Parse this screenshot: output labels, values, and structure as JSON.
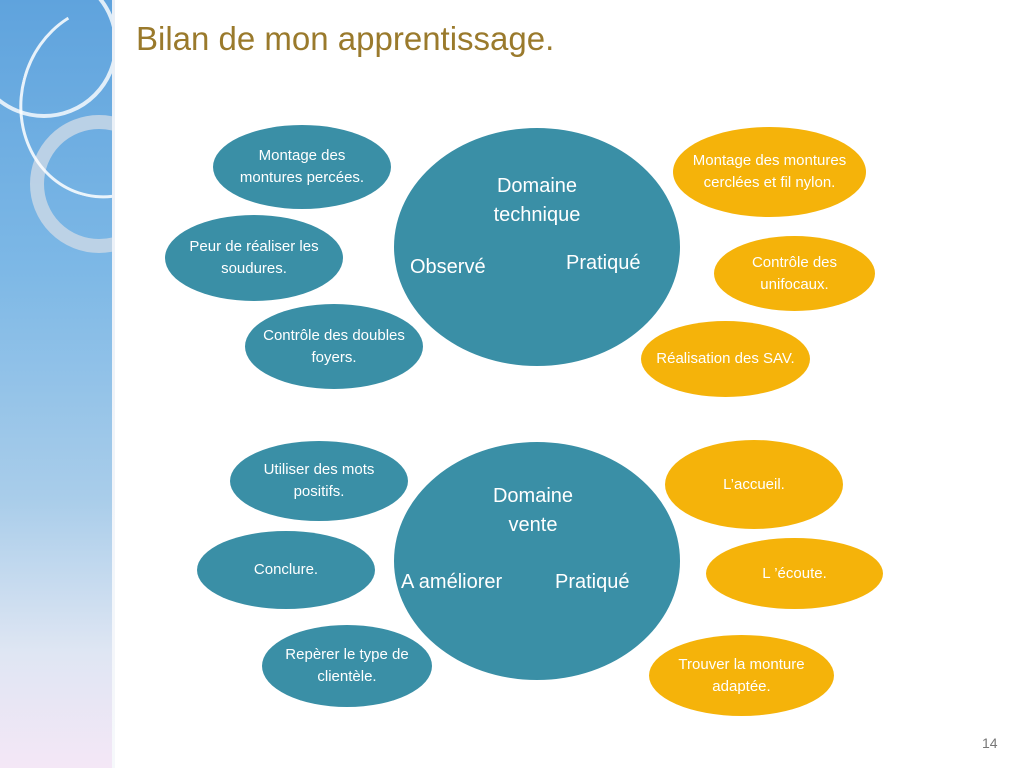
{
  "slide": {
    "title": "Bilan de mon apprentissage.",
    "page_number": "14"
  },
  "technique": {
    "title_line1": "Domaine",
    "title_line2": "technique",
    "left_label": "Observé",
    "right_label": "Pratiqué",
    "observed": [
      "Montage des montures percées.",
      "Peur de réaliser  les soudures.",
      "Contrôle des doubles foyers."
    ],
    "practiced": [
      "Montage des montures cerclées et fil nylon.",
      "Contrôle des unifocaux.",
      "Réalisation des SAV."
    ]
  },
  "vente": {
    "title_line1": "Domaine",
    "title_line2": "vente",
    "left_label": "A améliorer",
    "right_label": "Pratiqué",
    "to_improve": [
      "Utiliser des mots positifs.",
      "Conclure.",
      "Repèrer le type de clientèle."
    ],
    "practiced": [
      "L’accueil.",
      "L ’écoute.",
      "Trouver la monture adaptée."
    ]
  },
  "colors": {
    "teal": "#3a8fa6",
    "orange": "#f5b30a",
    "title": "#9a7a2c"
  }
}
